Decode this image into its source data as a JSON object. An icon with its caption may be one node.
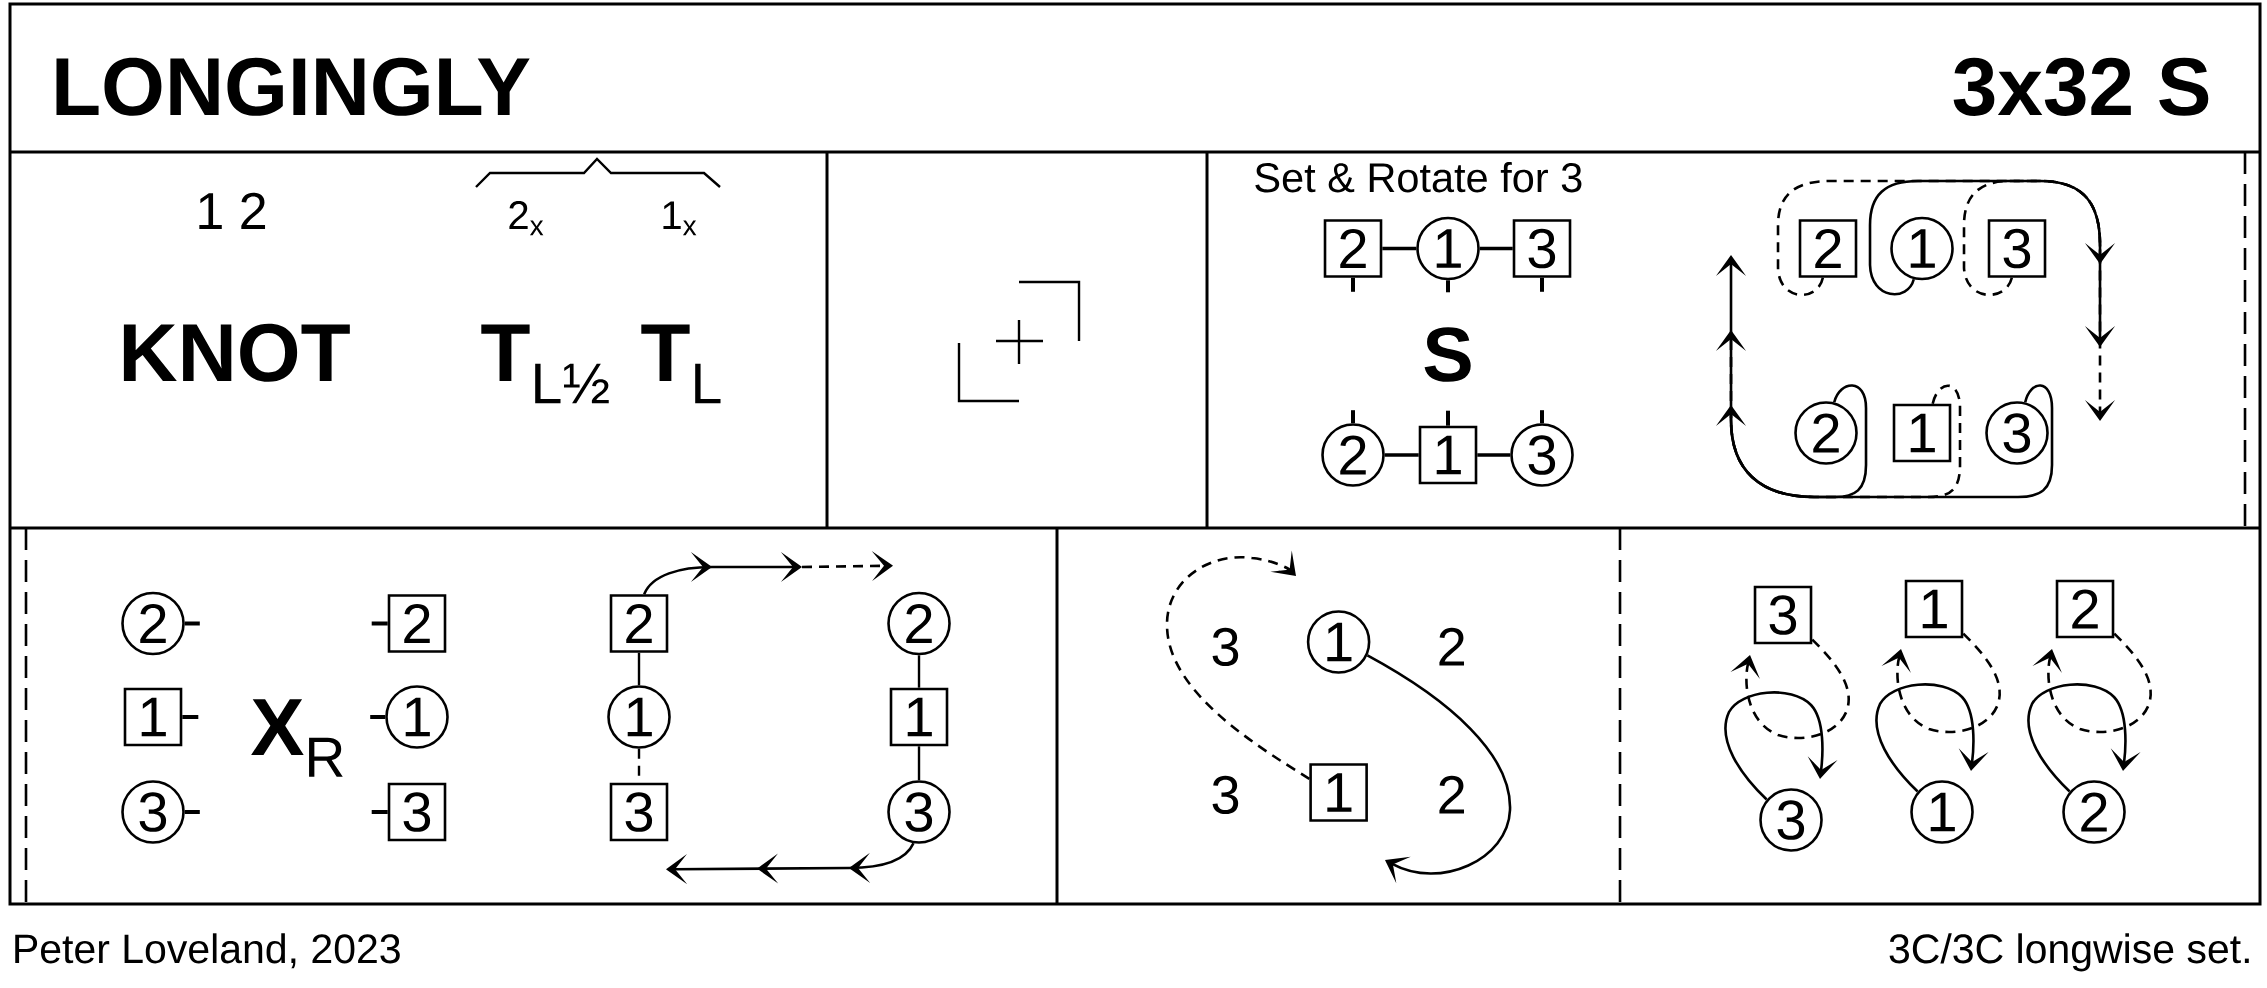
{
  "diagram": {
    "title": "LONGINGLY",
    "nodes": [
      {
        "text": [
          "2"
        ]
      },
      {
        "text": [
          "1"
        ]
      },
      {
        "text": [
          "3"
        ]
      },
      {
        "text": [
          "2"
        ]
      },
      {
        "text": [
          "1"
        ]
      },
      {
        "text": [
          "3"
        ]
      },
      {
        "text": [
          "2"
        ]
      },
      {
        "text": [
          "1"
        ]
      },
      {
        "text": [
          "3"
        ]
      },
      {
        "text": [
          "2"
        ]
      },
      {
        "text": [
          "1"
        ]
      },
      {
        "text": [
          "3"
        ]
      },
      {
        "text": [
          "2"
        ]
      },
      {
        "text": [
          "1"
        ]
      },
      {
        "text": [
          "3"
        ]
      },
      {
        "text": [
          "2"
        ]
      },
      {
        "text": [
          "1"
        ]
      },
      {
        "text": [
          "3"
        ]
      },
      {
        "text": [
          "2"
        ]
      },
      {
        "text": [
          "1"
        ]
      },
      {
        "text": [
          "3"
        ]
      },
      {
        "text": [
          "2"
        ]
      },
      {
        "text": [
          "1"
        ]
      },
      {
        "text": [
          "3"
        ]
      },
      {
        "text": [
          "1"
        ]
      },
      {
        "text": [
          "1"
        ]
      },
      {
        "text": [
          "3"
        ]
      },
      {
        "text": [
          "1"
        ]
      },
      {
        "text": [
          "2"
        ]
      },
      {
        "text": [
          "3"
        ]
      },
      {
        "text": [
          "1"
        ]
      },
      {
        "text": [
          "2"
        ]
      }
    ],
    "edges": [
      {
        "from": 0,
        "to": 1,
        "arrow": "none"
      },
      {
        "from": 1,
        "to": 2,
        "arrow": "none"
      },
      {
        "from": 3,
        "to": 4,
        "arrow": "none"
      },
      {
        "from": 4,
        "to": 5,
        "arrow": "none"
      },
      {
        "from": 6,
        "to": null,
        "arrow": "to",
        "style": "dashed"
      },
      {
        "from": 7,
        "to": null,
        "arrow": "to"
      },
      {
        "from": 8,
        "to": null,
        "arrow": "to",
        "style": "dashed"
      },
      {
        "from": 9,
        "to": null,
        "arrow": "to"
      },
      {
        "from": 10,
        "to": null,
        "arrow": "to",
        "style": "dashed"
      },
      {
        "from": 11,
        "to": null,
        "arrow": "to"
      },
      {
        "from": 18,
        "to": 19,
        "arrow": "none"
      },
      {
        "from": 19,
        "to": 20,
        "arrow": "none",
        "style": "dashed"
      },
      {
        "from": 21,
        "to": 22,
        "arrow": "none"
      },
      {
        "from": 22,
        "to": 23,
        "arrow": "none"
      },
      {
        "from": 18,
        "to": 21,
        "arrow": "to"
      },
      {
        "from": 23,
        "to": 20,
        "arrow": "to"
      },
      {
        "from": 25,
        "to": null,
        "arrow": "to",
        "style": "dashed"
      },
      {
        "from": 24,
        "to": null,
        "arrow": "to"
      },
      {
        "from": 29,
        "to": null,
        "arrow": "to"
      },
      {
        "from": 26,
        "to": null,
        "arrow": "to",
        "style": "dashed"
      },
      {
        "from": 30,
        "to": null,
        "arrow": "to"
      },
      {
        "from": 27,
        "to": null,
        "arrow": "to",
        "style": "dashed"
      },
      {
        "from": 31,
        "to": null,
        "arrow": "to"
      },
      {
        "from": 28,
        "to": null,
        "arrow": "to",
        "style": "dashed"
      }
    ],
    "labels": [
      "3x32 S",
      "1 2",
      "2$_{x}$",
      "1$_{x}$",
      "KNOT",
      "**T**$_{L½}$",
      "**T**$_{L}$",
      "Set & Rotate for 3",
      "S",
      "**X**$_{R}$",
      "3",
      "2",
      "3",
      "2",
      "Peter Loveland, 2023",
      "3C/3C longwise set."
    ]
  }
}
